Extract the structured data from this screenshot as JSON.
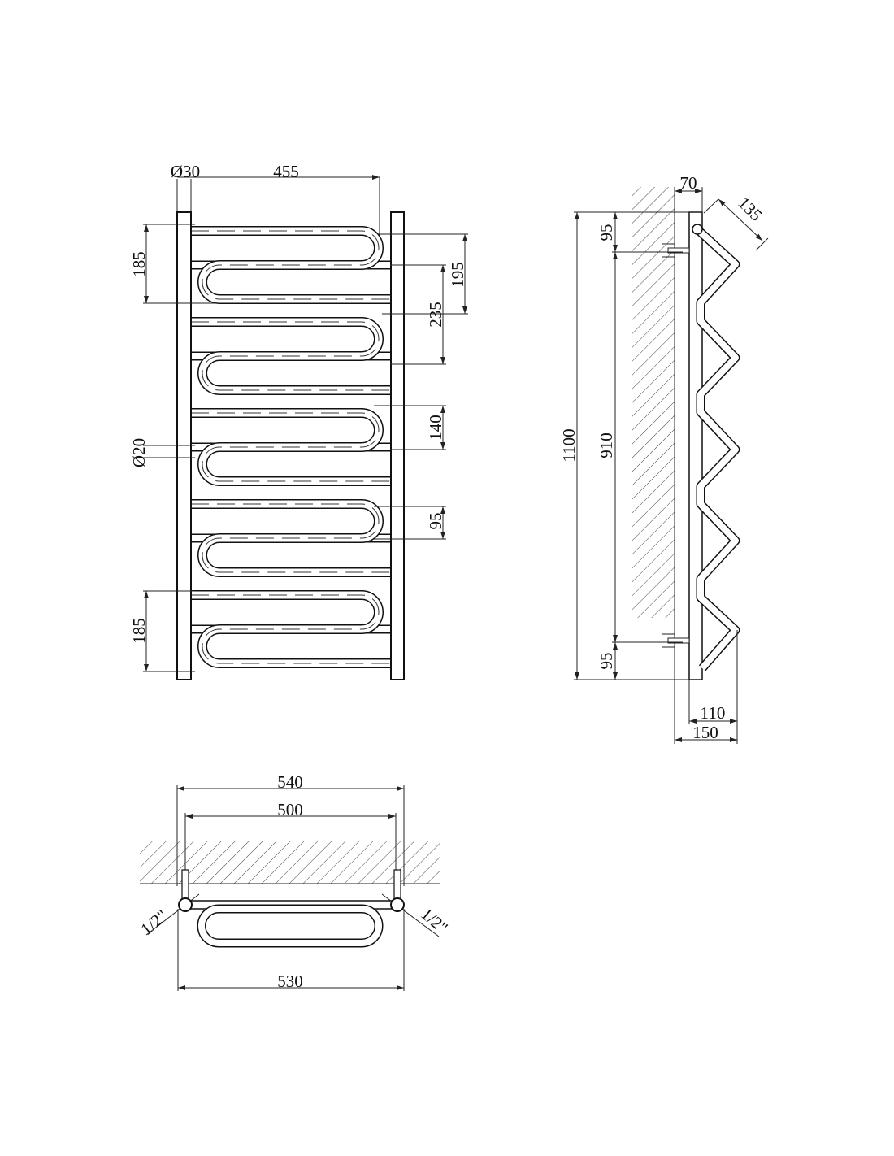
{
  "front_view": {
    "post_diameter": "Ø30",
    "width_455": "455",
    "dim_185_top": "185",
    "dim_195": "195",
    "dim_235": "235",
    "dim_140": "140",
    "tube_diameter": "Ø20",
    "dim_95": "95",
    "dim_185_bottom": "185"
  },
  "side_view": {
    "dim_70": "70",
    "dim_135": "135",
    "height_1100": "1100",
    "dim_910": "910",
    "dim_95_top": "95",
    "dim_95_bottom": "95",
    "dim_110": "110",
    "dim_150": "150"
  },
  "top_view": {
    "dim_540": "540",
    "dim_500": "500",
    "dim_530": "530",
    "thread_left": "1/2\"",
    "thread_right": "1/2\""
  }
}
